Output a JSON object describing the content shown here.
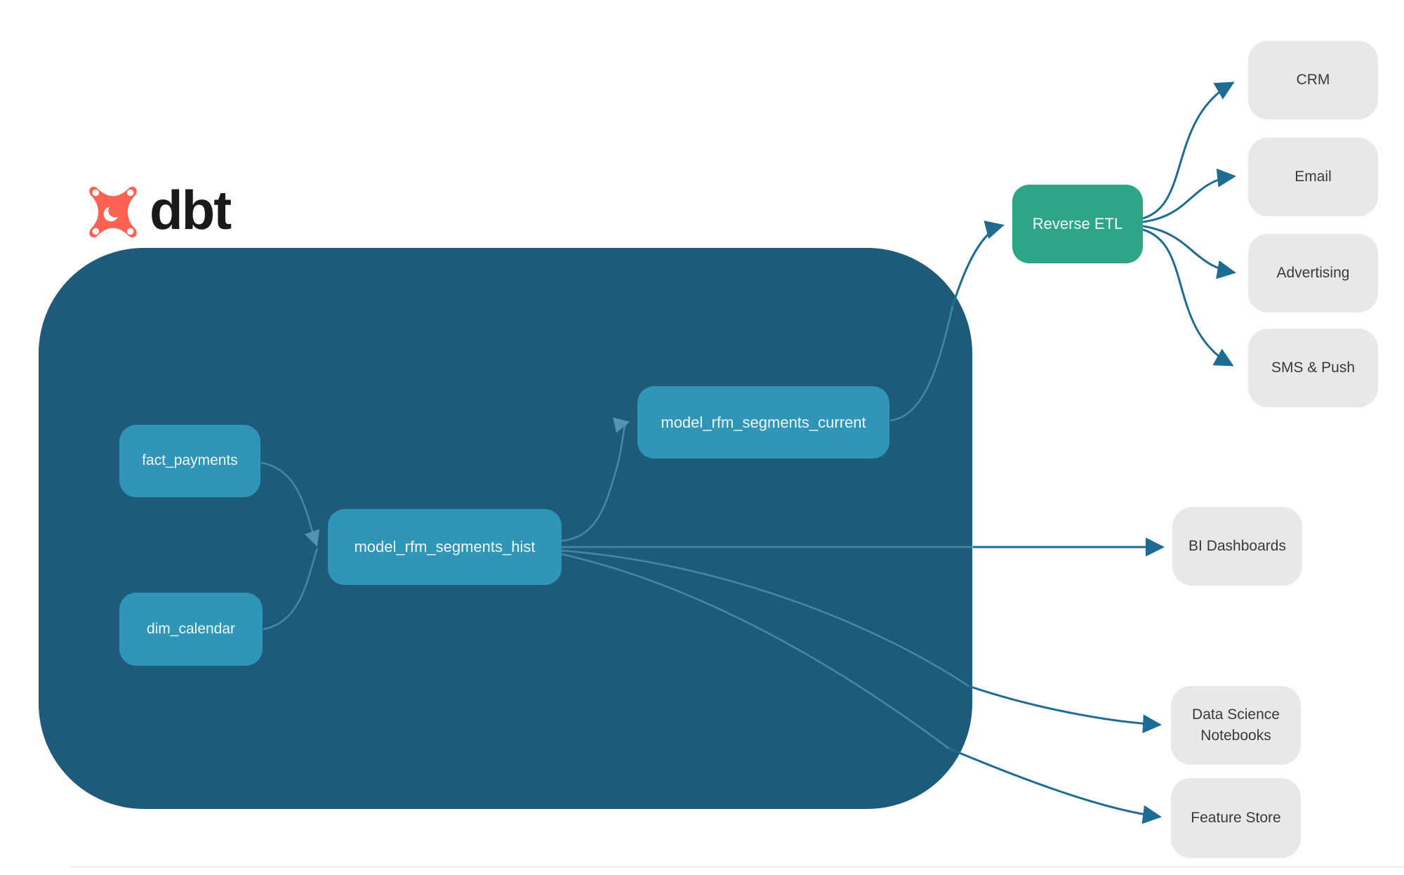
{
  "brand": {
    "name": "dbt",
    "logo_icon": "dbt-star-icon",
    "logo_color": "#FF6250",
    "text_color": "#1A1A1A"
  },
  "colors": {
    "warehouse_container": "#1E5B7B",
    "model_node": "#3096B8",
    "reverse_etl_node": "#2EA589",
    "destination_node": "#E8E8E8",
    "destination_text": "#3A3A3A",
    "edge_outside": "#1E6B94",
    "edge_inside": "#4C92AF"
  },
  "nodes": {
    "fact_payments": {
      "label": "fact_payments"
    },
    "dim_calendar": {
      "label": "dim_calendar"
    },
    "model_rfm_segments_hist": {
      "label": "model_rfm_segments_hist"
    },
    "model_rfm_segments_current": {
      "label": "model_rfm_segments_current"
    },
    "reverse_etl": {
      "label": "Reverse ETL"
    },
    "crm": {
      "label": "CRM"
    },
    "email": {
      "label": "Email"
    },
    "advertising": {
      "label": "Advertising"
    },
    "sms_push": {
      "label": "SMS & Push"
    },
    "bi_dashboards": {
      "label": "BI Dashboards"
    },
    "data_science_notebooks": {
      "label": "Data Science Notebooks"
    },
    "feature_store": {
      "label": "Feature Store"
    }
  },
  "edges": [
    {
      "from": "fact_payments",
      "to": "model_rfm_segments_hist"
    },
    {
      "from": "dim_calendar",
      "to": "model_rfm_segments_hist"
    },
    {
      "from": "model_rfm_segments_hist",
      "to": "model_rfm_segments_current"
    },
    {
      "from": "model_rfm_segments_current",
      "to": "reverse_etl"
    },
    {
      "from": "reverse_etl",
      "to": "crm"
    },
    {
      "from": "reverse_etl",
      "to": "email"
    },
    {
      "from": "reverse_etl",
      "to": "advertising"
    },
    {
      "from": "reverse_etl",
      "to": "sms_push"
    },
    {
      "from": "model_rfm_segments_hist",
      "to": "bi_dashboards"
    },
    {
      "from": "model_rfm_segments_hist",
      "to": "data_science_notebooks"
    },
    {
      "from": "model_rfm_segments_hist",
      "to": "feature_store"
    }
  ]
}
